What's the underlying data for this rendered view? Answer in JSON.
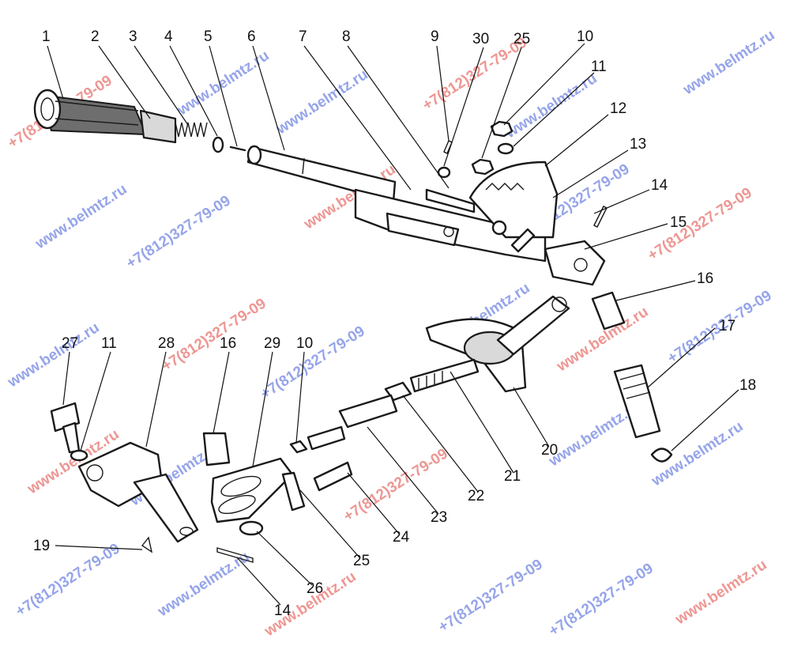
{
  "watermarks": {
    "site": "www.belmtz.ru",
    "phone": "+7(812)327-79-09"
  },
  "callouts": {
    "c1": "1",
    "c2": "2",
    "c3": "3",
    "c4": "4",
    "c5": "5",
    "c6": "6",
    "c7": "7",
    "c8": "8",
    "c9": "9",
    "c30": "30",
    "c25a": "25",
    "c10a": "10",
    "c11a": "11",
    "c12": "12",
    "c13": "13",
    "c14a": "14",
    "c15": "15",
    "c16a": "16",
    "c17": "17",
    "c18": "18",
    "c20": "20",
    "c21": "21",
    "c22": "22",
    "c23": "23",
    "c24": "24",
    "c25b": "25",
    "c26": "26",
    "c14b": "14",
    "c19": "19",
    "c27": "27",
    "c11b": "11",
    "c28": "28",
    "c16b": "16",
    "c29": "29",
    "c10b": "10"
  },
  "colors": {
    "watermark_site": "#3f5ad8",
    "watermark_phone": "#e0413a",
    "line": "#1a1a1a"
  }
}
